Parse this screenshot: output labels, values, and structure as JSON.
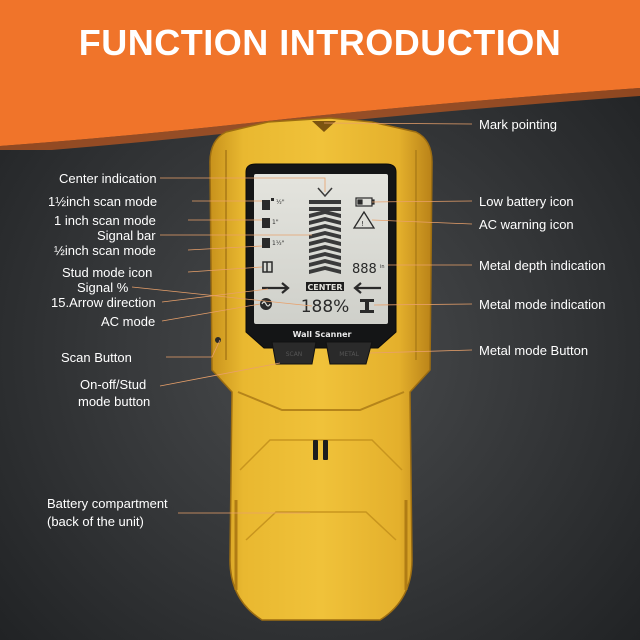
{
  "title": "FUNCTION INTRODUCTION",
  "device": {
    "model_label": "Wall Scanner",
    "center_label": "CENTER",
    "signal_readout": "188%",
    "depth_readout": "888",
    "depth_unit": "in",
    "scan_button_label": "SCAN",
    "metal_button_label": "METAL"
  },
  "labels_left": {
    "center_indication": "Center indication",
    "one_half_inch_scan_mode": "1½inch scan mode",
    "one_inch_scan_mode": "1 inch scan mode",
    "signal_bar": "Signal bar",
    "half_inch_scan_mode": "½inch scan mode",
    "stud_mode_icon": "Stud mode icon",
    "signal_percent": "Signal %",
    "arrow_direction": "15.Arrow direction",
    "ac_mode": "AC mode",
    "scan_button": "Scan Button",
    "on_off_stud_line1": "On-off/Stud",
    "on_off_stud_line2": "mode button",
    "battery_line1": "Battery compartment",
    "battery_line2": "(back of the unit)"
  },
  "labels_right": {
    "mark_pointing": "Mark pointing",
    "low_battery_icon": "Low battery icon",
    "ac_warning_icon": "AC warning icon",
    "metal_depth_indication": "Metal depth indication",
    "metal_mode_indication": "Metal mode indication",
    "metal_mode_button": "Metal mode Button"
  },
  "colors": {
    "banner_orange": "#f0742a",
    "background": "#2c2e30",
    "body_yellow": "#e8b72e",
    "lcd": "#dcdcd6",
    "leader_line": "#e8a06a"
  }
}
